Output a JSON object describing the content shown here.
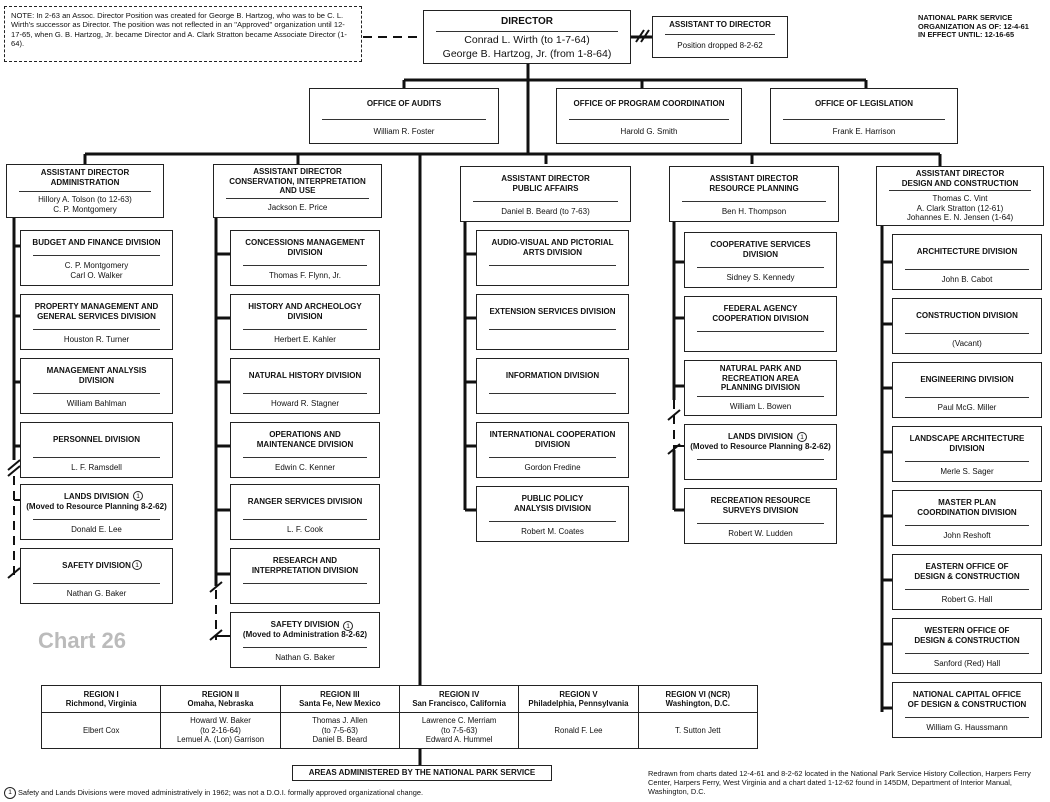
{
  "note": "NOTE: In 2-63 an Assoc. Director Position was created for George B. Hartzog, who was to be C. L. Wirth's successor as Director. The position was not reflected in an \"Approved\" organization until 12-17-65, when G. B. Hartzog, Jr. became Director and A. Clark Stratton became Associate Director (1-64).",
  "header_right": "NATIONAL PARK SERVICE\nORGANIZATION AS OF: 12-4-61\nIN EFFECT UNTIL: 12-16-65",
  "chart_label": "Chart 26",
  "director": {
    "title": "DIRECTOR",
    "line1": "Conrad L. Wirth (to 1-7-64)",
    "line2": "George B. Hartzog, Jr. (from 1-8-64)"
  },
  "assistant": {
    "title": "ASSISTANT TO DIRECTOR",
    "person": "Position dropped 8-2-62"
  },
  "offices": [
    {
      "title": "OFFICE OF AUDITS",
      "person": "William R. Foster"
    },
    {
      "title": "OFFICE OF PROGRAM COORDINATION",
      "person": "Harold G. Smith"
    },
    {
      "title": "OFFICE OF LEGISLATION",
      "person": "Frank E. Harrison"
    }
  ],
  "columns": [
    {
      "title": "ASSISTANT DIRECTOR\nADMINISTRATION",
      "person": "Hillory A. Tolson (to 12-63)\nC. P. Montgomery",
      "divisions": [
        {
          "title": "BUDGET AND FINANCE DIVISION",
          "person": "C. P. Montgomery\nCarl O. Walker"
        },
        {
          "title": "PROPERTY MANAGEMENT AND\nGENERAL SERVICES DIVISION",
          "person": "Houston R. Turner"
        },
        {
          "title": "MANAGEMENT ANALYSIS\nDIVISION",
          "person": "William Bahlman"
        },
        {
          "title": "PERSONNEL DIVISION",
          "person": "L. F. Ramsdell"
        },
        {
          "title": "LANDS DIVISION\n(Moved to Resource Planning 8-2-62)",
          "person": "Donald E. Lee"
        },
        {
          "title": "SAFETY DIVISION",
          "person": "Nathan G. Baker"
        }
      ]
    },
    {
      "title": "ASSISTANT DIRECTOR\nCONSERVATION, INTERPRETATION\nAND USE",
      "person": "Jackson E. Price",
      "divisions": [
        {
          "title": "CONCESSIONS MANAGEMENT\nDIVISION",
          "person": "Thomas F. Flynn, Jr."
        },
        {
          "title": "HISTORY AND ARCHEOLOGY\nDIVISION",
          "person": "Herbert E. Kahler"
        },
        {
          "title": "NATURAL HISTORY DIVISION",
          "person": "Howard R. Stagner"
        },
        {
          "title": "OPERATIONS AND\nMAINTENANCE DIVISION",
          "person": "Edwin C. Kenner"
        },
        {
          "title": "RANGER SERVICES DIVISION",
          "person": "L. F. Cook"
        },
        {
          "title": "RESEARCH AND\nINTERPRETATION DIVISION",
          "person": ""
        },
        {
          "title": "SAFETY DIVISION\n(Moved to Administration 8-2-62)",
          "person": "Nathan G. Baker"
        }
      ]
    },
    {
      "title": "ASSISTANT DIRECTOR\nPUBLIC AFFAIRS",
      "person": "Daniel B. Beard (to 7-63)",
      "divisions": [
        {
          "title": "AUDIO-VISUAL AND PICTORIAL\nARTS DIVISION",
          "person": ""
        },
        {
          "title": "EXTENSION SERVICES DIVISION",
          "person": ""
        },
        {
          "title": "INFORMATION DIVISION",
          "person": ""
        },
        {
          "title": "INTERNATIONAL COOPERATION\nDIVISION",
          "person": "Gordon Fredine"
        },
        {
          "title": "PUBLIC POLICY\nANALYSIS DIVISION",
          "person": "Robert M. Coates"
        }
      ]
    },
    {
      "title": "ASSISTANT DIRECTOR\nRESOURCE PLANNING",
      "person": "Ben H. Thompson",
      "divisions": [
        {
          "title": "COOPERATIVE SERVICES\nDIVISION",
          "person": "Sidney S. Kennedy"
        },
        {
          "title": "FEDERAL AGENCY\nCOOPERATION DIVISION",
          "person": ""
        },
        {
          "title": "NATURAL PARK AND\nRECREATION AREA\nPLANNING DIVISION",
          "person": "William L. Bowen"
        },
        {
          "title": "LANDS DIVISION\n(Moved to Resource Planning 8-2-62)",
          "person": ""
        },
        {
          "title": "RECREATION RESOURCE\nSURVEYS DIVISION",
          "person": "Robert W. Ludden"
        }
      ]
    },
    {
      "title": "ASSISTANT DIRECTOR\nDESIGN AND CONSTRUCTION",
      "person": "Thomas C. Vint\nA. Clark Stratton (12-61)\nJohannes E. N. Jensen (1-64)",
      "divisions": [
        {
          "title": "ARCHITECTURE DIVISION",
          "person": "John B. Cabot"
        },
        {
          "title": "CONSTRUCTION DIVISION",
          "person": "(Vacant)"
        },
        {
          "title": "ENGINEERING DIVISION",
          "person": "Paul McG. Miller"
        },
        {
          "title": "LANDSCAPE ARCHITECTURE\nDIVISION",
          "person": "Merle S. Sager"
        },
        {
          "title": "MASTER PLAN\nCOORDINATION DIVISION",
          "person": "John Reshoft"
        },
        {
          "title": "EASTERN OFFICE OF\nDESIGN & CONSTRUCTION",
          "person": "Robert G. Hall"
        },
        {
          "title": "WESTERN OFFICE OF\nDESIGN & CONSTRUCTION",
          "person": "Sanford (Red) Hall"
        },
        {
          "title": "NATIONAL CAPITAL OFFICE\nOF DESIGN & CONSTRUCTION",
          "person": "William G. Haussmann"
        }
      ]
    }
  ],
  "regions": [
    {
      "title": "REGION I\nRichmond, Virginia",
      "person": "Elbert Cox"
    },
    {
      "title": "REGION II\nOmaha, Nebraska",
      "person": "Howard W. Baker\n(to 2-16-64)\nLemuel A. (Lon) Garrison"
    },
    {
      "title": "REGION III\nSanta Fe, New Mexico",
      "person": "Thomas J. Allen\n(to 7-5-63)\nDaniel B. Beard"
    },
    {
      "title": "REGION IV\nSan Francisco, California",
      "person": "Lawrence C. Merriam\n(to 7-5-63)\nEdward A. Hummel"
    },
    {
      "title": "REGION V\nPhiladelphia, Pennsylvania",
      "person": "Ronald F. Lee"
    },
    {
      "title": "REGION VI (NCR)\nWashington, D.C.",
      "person": "T. Sutton Jett"
    }
  ],
  "areas": "AREAS ADMINISTERED BY THE NATIONAL PARK SERVICE",
  "footnote_marker": "1",
  "footnote": "Safety and Lands Divisions were moved administratively in 1962; was not a D.O.I. formally approved organizational change.",
  "credit": "Redrawn from charts dated 12-4-61 and 8-2-62 located in the National Park Service History Collection, Harpers Ferry Center, Harpers Ferry, West Virginia and a chart dated 1-12-62 found in 145DM, Department of Interior Manual, Washington, D.C."
}
